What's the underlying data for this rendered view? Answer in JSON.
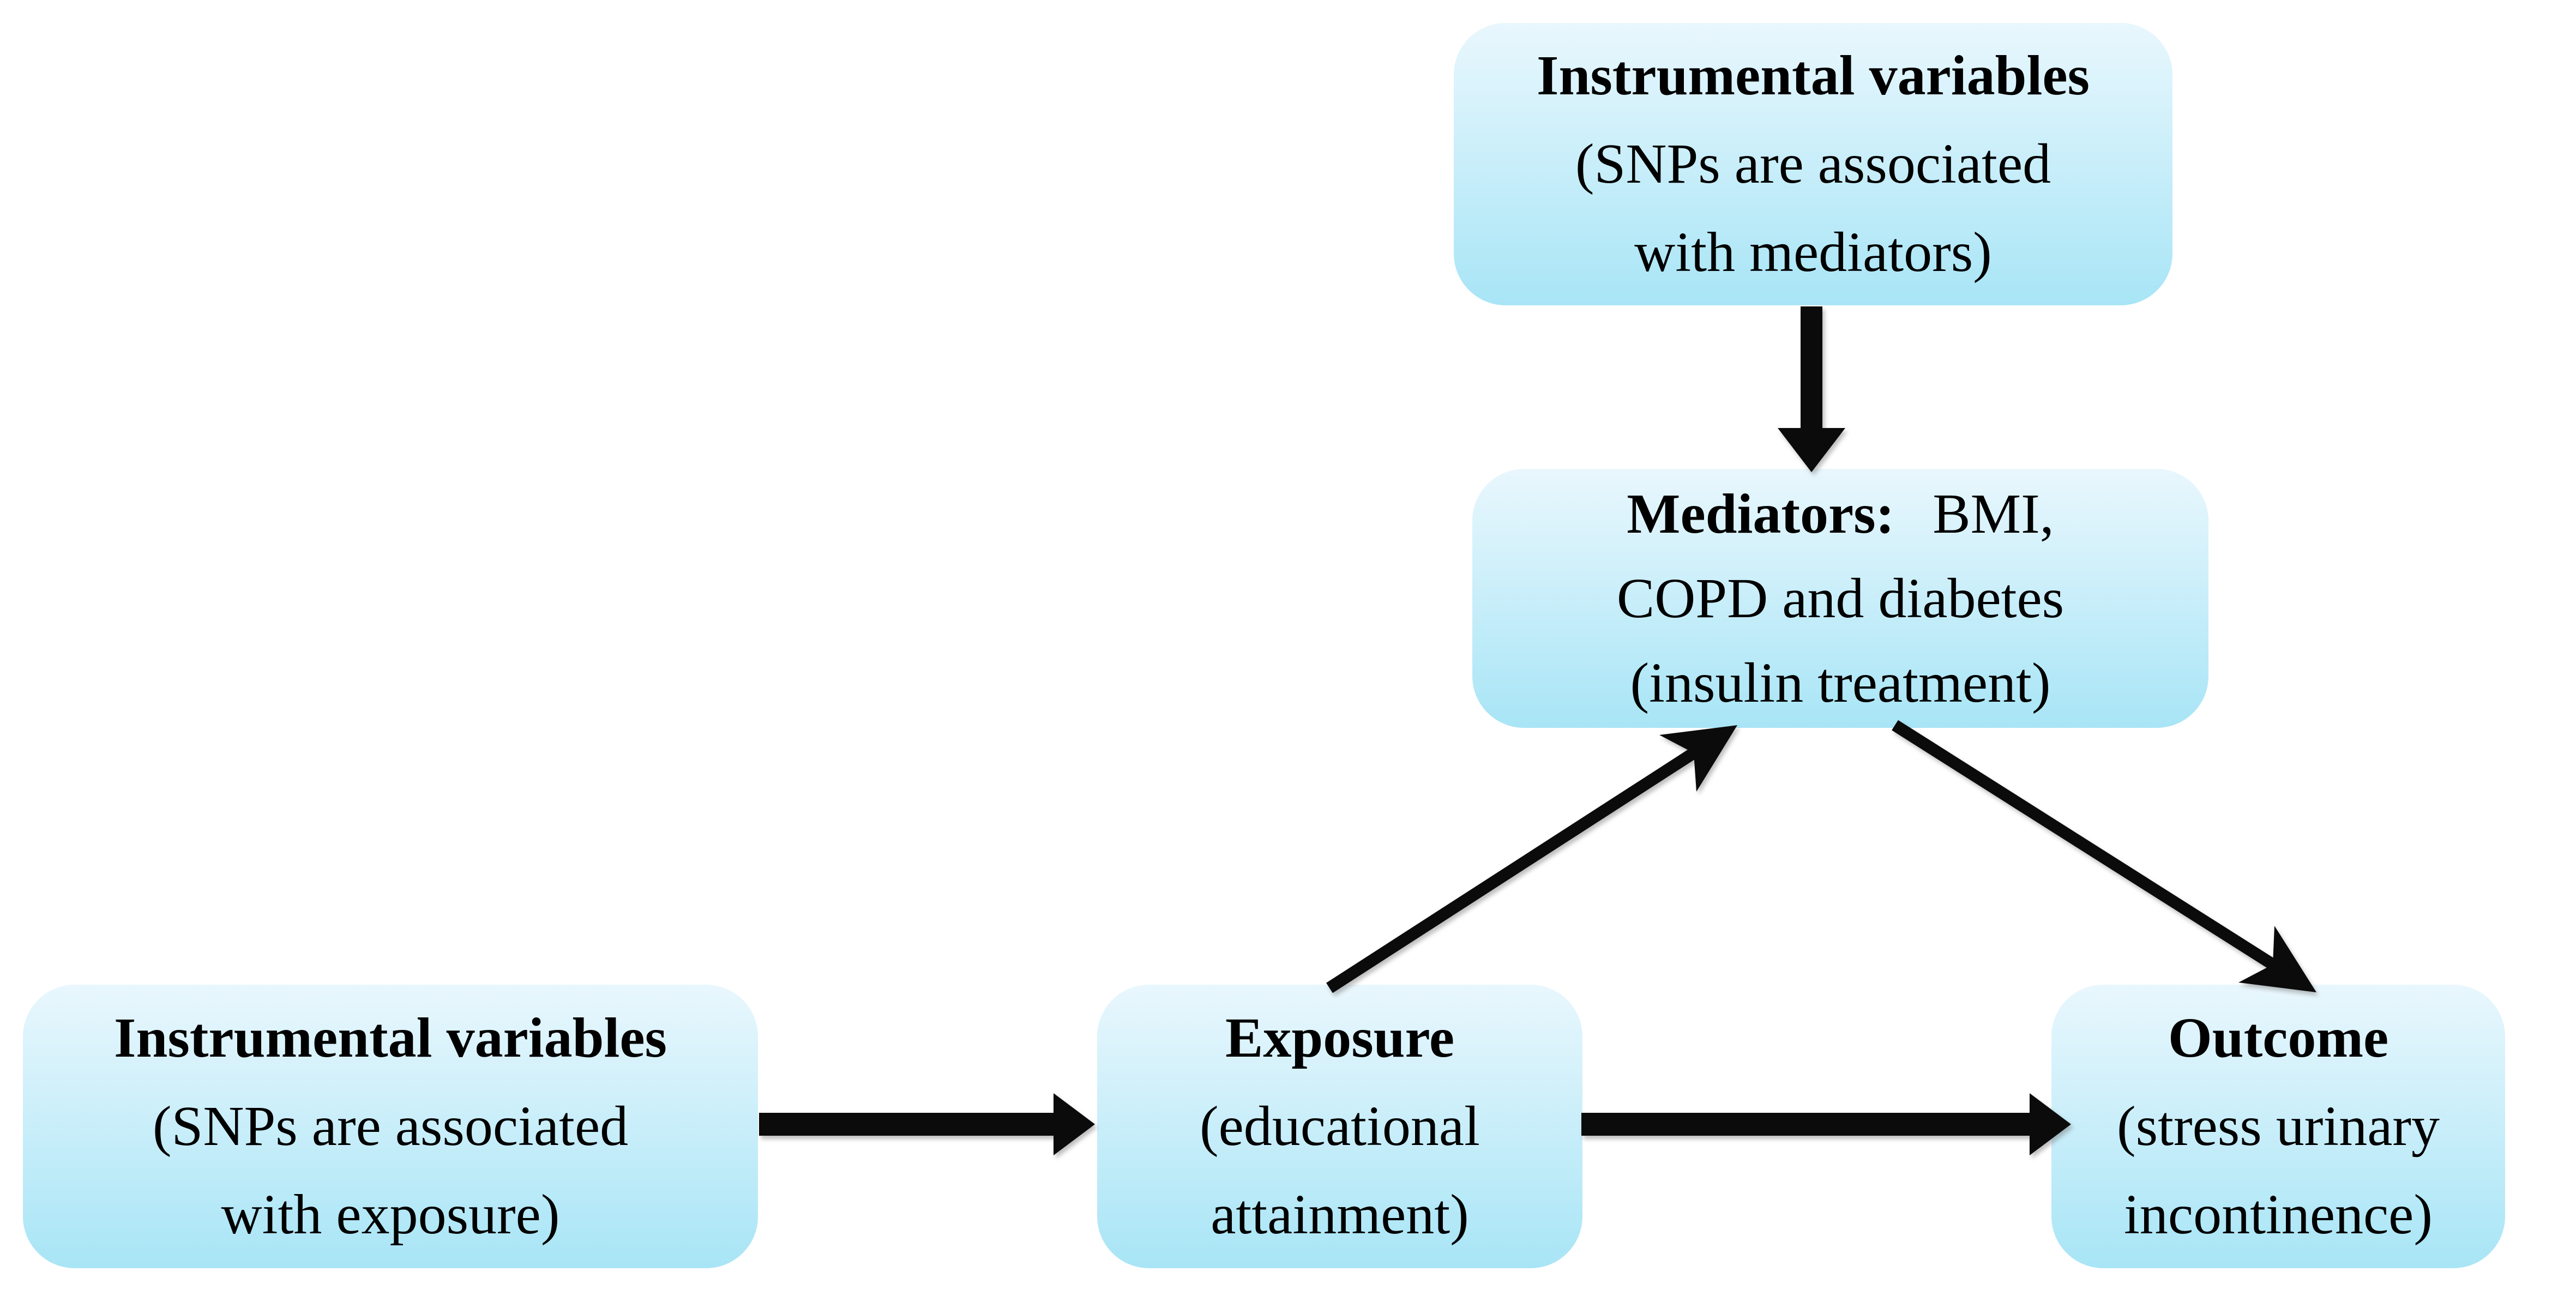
{
  "theme": {
    "box-grad-top": "#e9f7fd",
    "box-grad-bottom": "#a8e5f6",
    "arrow": "#0b0b0b",
    "text": "#000000",
    "bg": "#ffffff"
  },
  "nodes": {
    "iv_mediators": {
      "line1": "Instrumental variables",
      "line2": "(SNPs are associated",
      "line3": "with mediators)"
    },
    "mediators": {
      "line1_bold": "Mediators:",
      "line1_rest": "BMI,",
      "line2": "COPD and diabetes",
      "line3": "(insulin treatment)"
    },
    "iv_exposure": {
      "line1": "Instrumental variables",
      "line2": "(SNPs are associated",
      "line3": "with exposure)"
    },
    "exposure": {
      "line1": "Exposure",
      "line2": "(educational",
      "line3": "attainment)"
    },
    "outcome": {
      "line1": "Outcome",
      "line2": "(stress urinary",
      "line3": "incontinence)"
    }
  },
  "edges": [
    {
      "from": "instrumental-variables-mediators",
      "to": "mediators",
      "style": "thick-block-arrow",
      "direction": "down"
    },
    {
      "from": "instrumental-variables-exposure",
      "to": "exposure",
      "style": "thick-block-arrow",
      "direction": "right"
    },
    {
      "from": "exposure",
      "to": "outcome",
      "style": "thick-block-arrow",
      "direction": "right"
    },
    {
      "from": "exposure",
      "to": "mediators",
      "style": "thin-stealth-arrow",
      "direction": "up-right"
    },
    {
      "from": "mediators",
      "to": "outcome",
      "style": "thin-stealth-arrow",
      "direction": "down-right"
    }
  ]
}
